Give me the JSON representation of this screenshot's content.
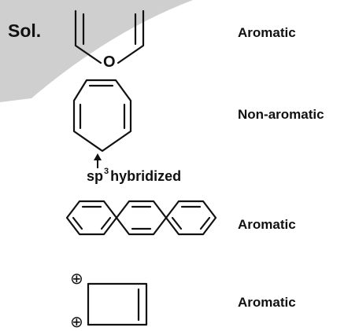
{
  "solution_label": "Sol.",
  "molecules": [
    {
      "structure": "furan",
      "heteroatom": "O",
      "classification": "Aromatic"
    },
    {
      "structure": "cycloheptatriene",
      "classification": "Non-aromatic",
      "note": {
        "prefix": "sp",
        "superscript": "3",
        "suffix": "hybridized"
      }
    },
    {
      "structure": "anthracene",
      "classification": "Aromatic"
    },
    {
      "structure": "cyclobutene-dication",
      "charges": [
        "⊕",
        "⊕"
      ],
      "classification": "Aromatic"
    }
  ],
  "colors": {
    "swoosh": "#cfcfcf",
    "ink": "#111111"
  }
}
